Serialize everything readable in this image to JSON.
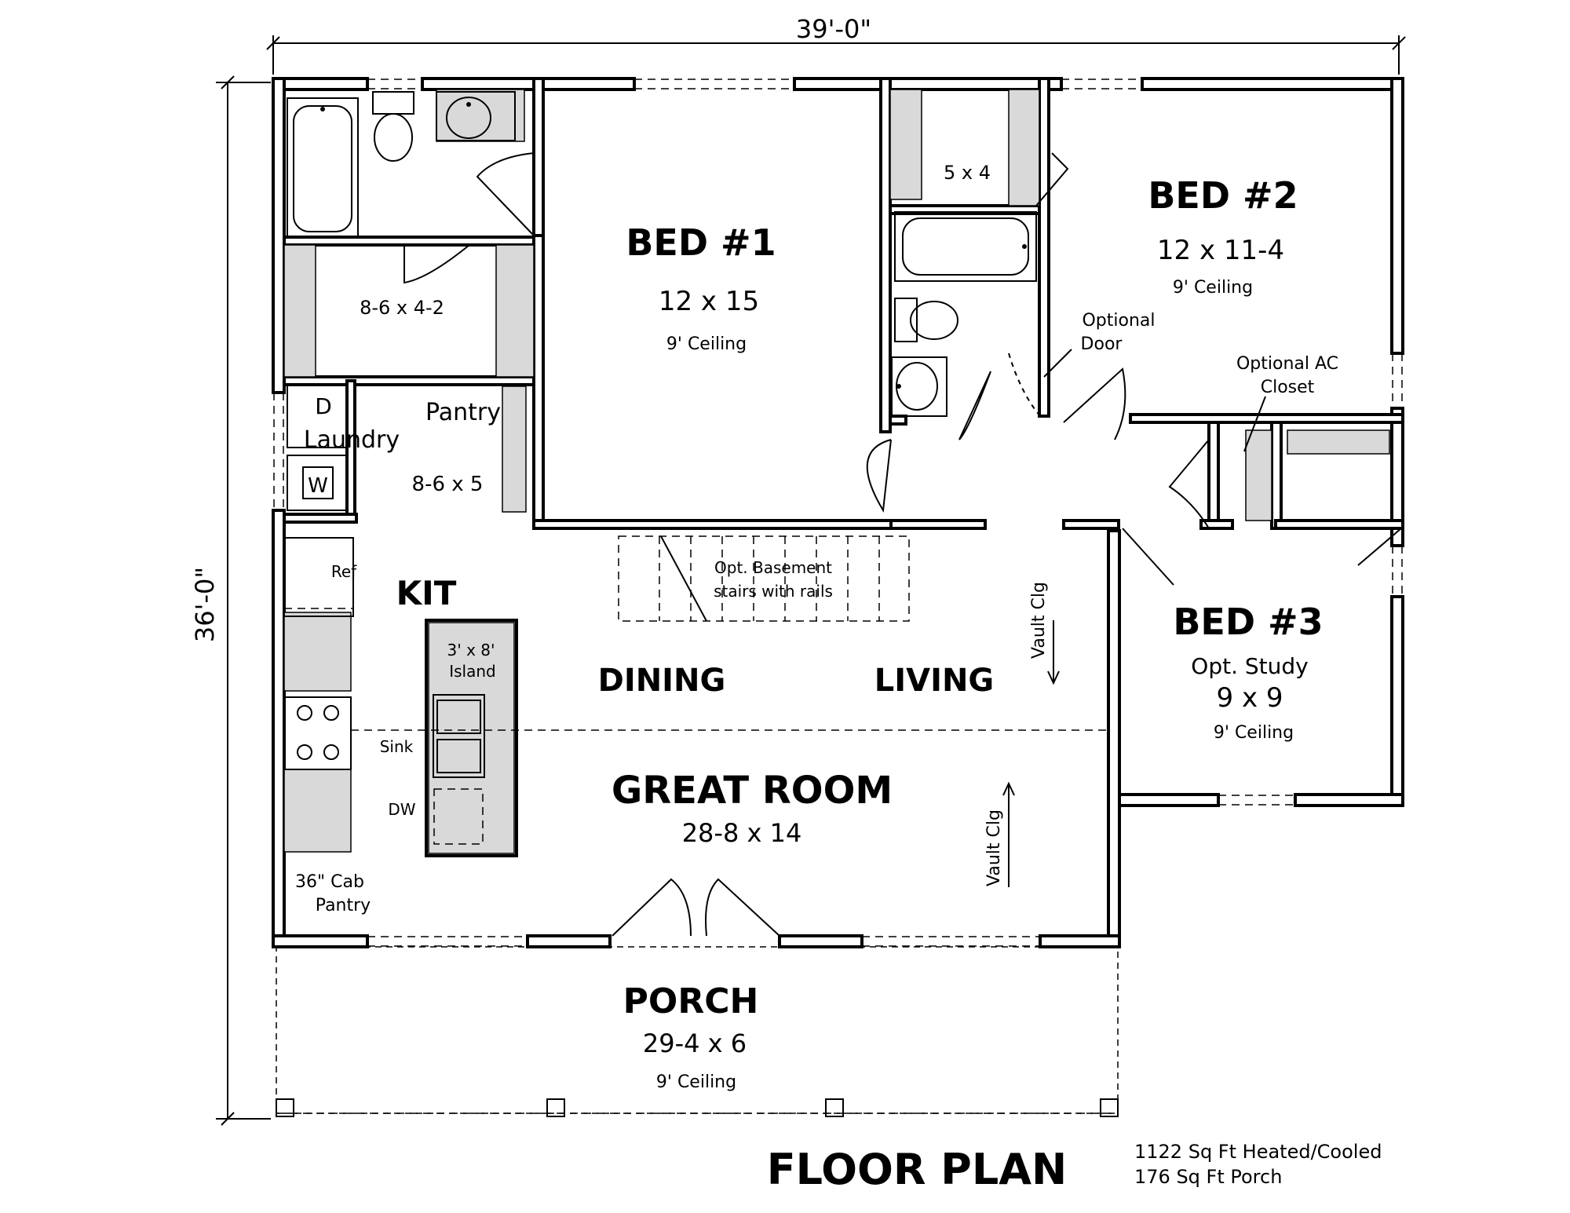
{
  "dimensions": {
    "width": "39'-0\"",
    "depth": "36'-0\""
  },
  "rooms": {
    "bed1": {
      "name": "BED #1",
      "size": "12 x 15",
      "ceiling": "9' Ceiling"
    },
    "bed2": {
      "name": "BED #2",
      "size": "12 x 11-4",
      "ceiling": "9' Ceiling"
    },
    "bed3": {
      "name": "BED #3",
      "alt": "Opt. Study",
      "size": "9 x 9",
      "ceiling": "9' Ceiling"
    },
    "closet1": {
      "size": "8-6 x 4-2"
    },
    "closet2": {
      "size": "5 x 4"
    },
    "laundry": {
      "name": "Laundry",
      "dryer": "D",
      "washer": "W"
    },
    "pantry": {
      "name": "Pantry",
      "size": "8-6 x 5"
    },
    "kitchen": {
      "name": "KIT",
      "ref": "Ref",
      "island_size": "3' x 8'",
      "island": "Island",
      "sink": "Sink",
      "dw": "DW",
      "cab": "36\" Cab",
      "cab2": "Pantry"
    },
    "dining": {
      "name": "DINING"
    },
    "living": {
      "name": "LIVING"
    },
    "great": {
      "name": "GREAT ROOM",
      "size": "28-8 x 14"
    },
    "porch": {
      "name": "PORCH",
      "size": "29-4 x 6",
      "ceiling": "9' Ceiling"
    }
  },
  "notes": {
    "optional_door_1": "Optional",
    "optional_door_2": "Door",
    "optional_ac_1": "Optional AC",
    "optional_ac_2": "Closet",
    "stairs_1": "Opt. Basement",
    "stairs_2": "stairs with rails",
    "vault_1": "Vault Clg",
    "vault_2": "Vault Clg"
  },
  "footer": {
    "title": "FLOOR PLAN",
    "heated": "1122 Sq Ft Heated/Cooled",
    "porch": "176 Sq Ft Porch"
  }
}
